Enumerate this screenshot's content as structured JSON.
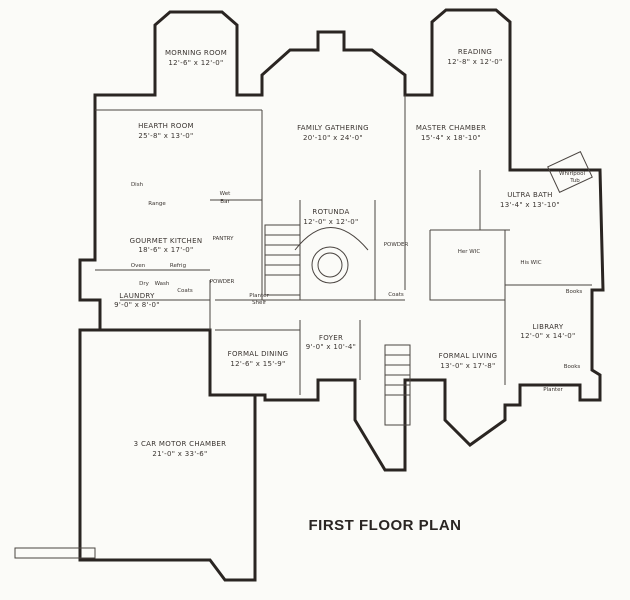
{
  "title": "FIRST FLOOR PLAN",
  "rooms": {
    "morning_room": {
      "name": "MORNING ROOM",
      "size": "12'-6\" x 12'-0\""
    },
    "hearth_room": {
      "name": "HEARTH ROOM",
      "size": "25'-8\" x 13'-0\""
    },
    "family_gathering": {
      "name": "FAMILY GATHERING",
      "size": "20'-10\" x 24'-0\""
    },
    "master_chamber": {
      "name": "MASTER CHAMBER",
      "size": "15'-4\" x 18'-10\""
    },
    "reading": {
      "name": "READING",
      "size": "12'-8\" x 12'-0\""
    },
    "ultra_bath": {
      "name": "ULTRA BATH",
      "size": "13'-4\" x 13'-10\""
    },
    "rotunda": {
      "name": "ROTUNDA",
      "size": "12'-0\" x 12'-0\""
    },
    "gourmet_kitchen": {
      "name": "GOURMET KITCHEN",
      "size": "18'-6\" x 17'-0\""
    },
    "laundry": {
      "name": "LAUNDRY",
      "size": "9'-0\" x 8'-0\""
    },
    "formal_dining": {
      "name": "FORMAL DINING",
      "size": "12'-6\" x 15'-9\""
    },
    "foyer": {
      "name": "FOYER",
      "size": "9'-0\" x 10'-4\""
    },
    "formal_living": {
      "name": "FORMAL LIVING",
      "size": "13'-0\" x 17'-8\""
    },
    "library": {
      "name": "LIBRARY",
      "size": "12'-0\" x 14'-0\""
    },
    "garage": {
      "name": "3 CAR MOTOR CHAMBER",
      "size": "21'-0\" x 33'-6\""
    }
  },
  "fixtures": {
    "whirlpool": "Whirlpool",
    "tub": "Tub",
    "her_wic": "Her WIC",
    "his_wic": "His WIC",
    "powder_right": "POWDER",
    "coats_right": "Coats",
    "dish": "Dish",
    "range": "Range",
    "oven": "Oven",
    "refrig": "Refrig",
    "wet": "Wet",
    "bar": "Bar",
    "pantry": "PANTRY",
    "powder_left": "POWDER",
    "planter_shelf_1": "Planter",
    "planter_shelf_2": "Shelf",
    "dry": "Dry",
    "wash": "Wash",
    "coats_left": "Coats",
    "books_top": "Books",
    "books_bottom": "Books",
    "planter": "Planter"
  }
}
